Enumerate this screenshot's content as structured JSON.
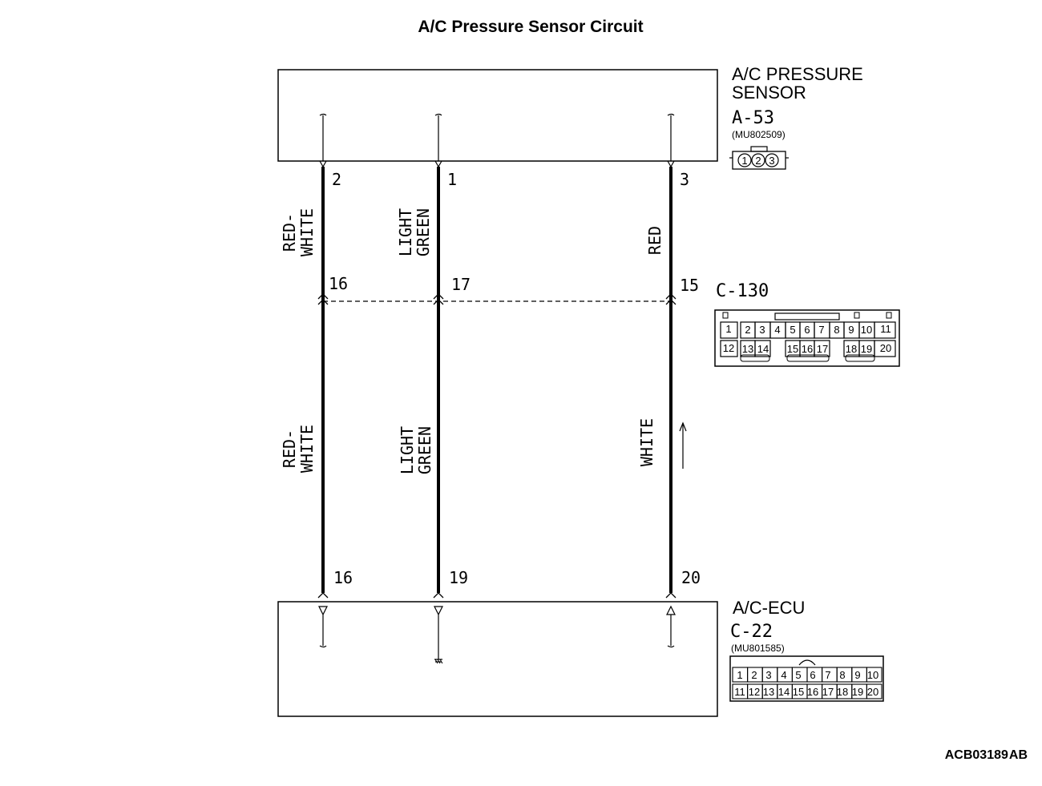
{
  "title": "A/C Pressure Sensor Circuit",
  "sensor": {
    "name_line1": "A/C PRESSURE",
    "name_line2": "SENSOR",
    "connector": "A-53",
    "part_number": "(MU802509)",
    "pins": [
      "1",
      "2",
      "3"
    ]
  },
  "junction": {
    "connector": "C-130",
    "row1": [
      "1",
      "2",
      "3",
      "4",
      "5",
      "6",
      "7",
      "8",
      "9",
      "10",
      "11"
    ],
    "row2": [
      "12",
      "13",
      "14",
      "",
      "15",
      "16",
      "17",
      "",
      "18",
      "19",
      "20"
    ]
  },
  "ecu": {
    "name": "A/C-ECU",
    "connector": "C-22",
    "part_number": "(MU801585)",
    "row1": [
      "1",
      "2",
      "3",
      "4",
      "5",
      "6",
      "7",
      "8",
      "9",
      "10"
    ],
    "row2": [
      "11",
      "12",
      "13",
      "14",
      "15",
      "16",
      "17",
      "18",
      "19",
      "20"
    ]
  },
  "wires": [
    {
      "sensor_pin": "2",
      "junction_pin": "16",
      "ecu_pin": "16",
      "upper_color": [
        "RED-",
        "WHITE"
      ],
      "lower_color": [
        "RED-",
        "WHITE"
      ]
    },
    {
      "sensor_pin": "1",
      "junction_pin": "17",
      "ecu_pin": "19",
      "upper_color": [
        "LIGHT",
        "GREEN"
      ],
      "lower_color": [
        "LIGHT",
        "GREEN"
      ]
    },
    {
      "sensor_pin": "3",
      "junction_pin": "15",
      "ecu_pin": "20",
      "upper_color": [
        "RED"
      ],
      "lower_color": [
        "WHITE"
      ]
    }
  ],
  "figure_code": "ACB03189",
  "figure_suffix": "AB"
}
